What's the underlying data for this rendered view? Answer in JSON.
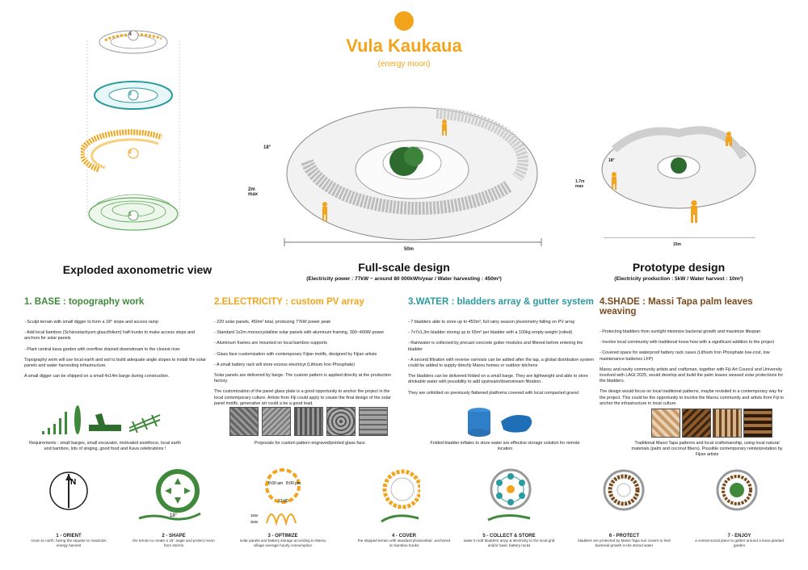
{
  "header": {
    "title": "Vula Kaukaua",
    "subtitle": "(energy moon)"
  },
  "colors": {
    "orange": "#f2a51c",
    "green": "#3f8a3a",
    "teal": "#2b9ba0",
    "brown": "#7a4a1c",
    "base_green": "#5ea85a"
  },
  "views": {
    "exploded": {
      "title": "Exploded axonometric view",
      "layers": [
        "4",
        "3",
        "2",
        "1"
      ]
    },
    "full": {
      "title": "Full-scale design",
      "sub": "(Electricity power : 77kW ~ around 80 000kWh/year / Water harvesting : 450m³)",
      "angle": "18°",
      "height": "2m max",
      "height_line1": "2m",
      "height_line2": "max",
      "width": "50m"
    },
    "proto": {
      "title": "Prototype design",
      "sub": "(Electricity production : 5kW / Water harvest : 10m³)",
      "angle": "18°",
      "height_line1": "1.7m",
      "height_line2": "max",
      "width": "15m"
    }
  },
  "sections": [
    {
      "title": "1. BASE : topography work",
      "paragraphs": [
        "- Sculpt terrain with small digger to form a 18° slope and access ramp",
        "- Add local bamboo (Schizostachyum glaucifolium) half-trunks to make access steps and anchors for solar panels",
        "- Plant central kava garden with overflow drained downstream to the closest river",
        "Topography work will use local earth and soil to build adequate angle slopes to install the solar panels and water harvesting infrastructure.",
        "A small digger can be shipped on a small 4x14m barge during construction."
      ],
      "caption": "Requirements : small barges, small excavator, motivated workforce, local earth and bamboo, lots of singing, good food and Kava celebrations !"
    },
    {
      "title": "2.ELECTRICITY : custom PV array",
      "paragraphs": [
        "- 220 solar panels, 450m² total, producing 77kW power peak",
        "- Standard 1x2m monocrystalline solar panels with aluminum framing, 300~400W power",
        "- Aluminum frames are mounted on local bamboo supports",
        "- Glass face customization with contemporary Fijian motifs, designed by Fijian artists",
        "- A small battery rack will store excess electricyt (Lithium Iron Phosphate)",
        "Solar panels are delivered by barge. The custom pattern is applied directly at the production factory.",
        "The customization of the panel glass plate is a good opportunity to anchor the project in the local contemporary culture. Artists from Fiji could apply to create the final design of the solar panel motifs, generative art could a be a good lead."
      ],
      "caption": "Proposals for custom pattern engraved/printed glass face."
    },
    {
      "title": "3.WATER : bladders array & gutter system",
      "paragraphs": [
        "- 7 bladders able to store up to 450m³, full rainy season pluviometry falling on PV array",
        "- 7x7x1,3m bladder storing up to 65m³ per bladder with a 100kg empty weight (rolled)",
        "- Rainwater is collected by precast concrete gutter modules and filtered before entering the bladder",
        "- A second filtration with reverse osmosis can be added after the tap,  a global distribution system could be added to supply directly Marou homes or outdoor kitchens",
        "The bladders can be delivered folded on a small barge. They are lightweight and able to store drinkable water with possibility to add upstream/downstream filtration .",
        "They are unfolded on previously flattened platforms covered with local compacted gravel."
      ],
      "caption": "Folded bladder inflates to store water are effective storage solution for remote location"
    },
    {
      "title": "4.SHADE : Massi Tapa palm leaves weaving",
      "paragraphs": [
        "- Protecting bladders from sunlight minimize bacterial growth and maximize lifespan",
        "- Involve local community with traditional know how with a significant addition to the project",
        "- Covered space for waterproof battery rack cases (Lithium Iron Phosphate low-cost, low maintenance batteries LFP)",
        "Marou and navity community artists and craftsman, together with Fiji Art Council and University involved with LAGI 2025, would develop and build the palm leaves weaved solar protections for the bladders.",
        "The design would focus on local traditional patterns, maybe revisited in a contemporary way for the project. This could be the opportunity to involve the Marou community and artists from Fiji to anchor the infrastructure in local culture."
      ],
      "caption": "Traditional Massi Tapa patterns and local craftsmanship, using local natural materials (palm and coconut fibers). Possible contemporary reinterpretation by Fijian artists"
    }
  ],
  "steps": [
    {
      "title": "1 - ORIENT",
      "desc": "moon to north, facing the equator to maximize energy harvest",
      "label": "N"
    },
    {
      "title": "2 - SHAPE",
      "desc": "the terrain to create a 18° angle and protect moon from storms",
      "label": "18°"
    },
    {
      "title": "3 - OPTIMIZE",
      "desc": "solar panels and battery storage according to Marou village average hourly consumption",
      "times": [
        "8:00 am",
        "8:00 pm",
        "12:00"
      ],
      "power": [
        "1kW",
        "2kW"
      ]
    },
    {
      "title": "4 - COVER",
      "desc": "the slopped terrain with standard photovoltaic ,anchored on bamboo trunks"
    },
    {
      "title": "5 - COLLECT & STORE",
      "desc": "water in soft bladders array & electricity to the local grid and/or basic battery racks"
    },
    {
      "title": "6 - PROTECT",
      "desc": "bladders are protected by Massi Tapa sun covers to limit bacterial growth in the stored water"
    },
    {
      "title": "7 - ENJOY",
      "desc": "a central social place to gather around a Kava planted garden"
    }
  ]
}
